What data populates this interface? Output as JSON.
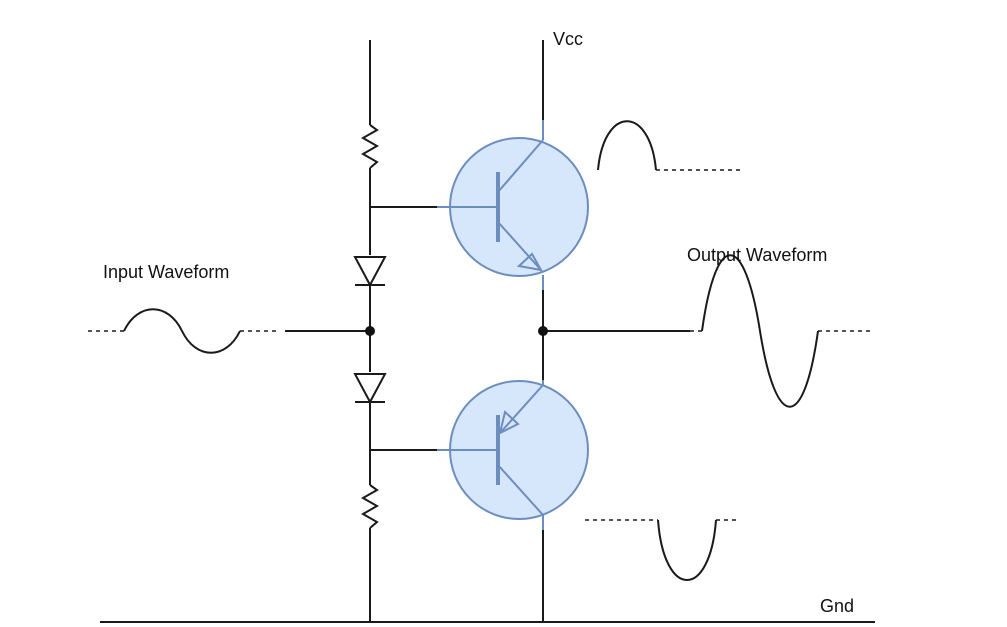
{
  "labels": {
    "vcc": "Vcc",
    "gnd": "Gnd",
    "input_waveform": "Input Waveform",
    "output_waveform": "Output Waveform"
  },
  "colors": {
    "transistor_fill": "#d6e6fb",
    "transistor_stroke": "#6c8ebf",
    "wire": "#1a1a1a"
  },
  "components": {
    "transistors": [
      "npn",
      "pnp"
    ],
    "diodes": 2,
    "resistors": 2
  }
}
